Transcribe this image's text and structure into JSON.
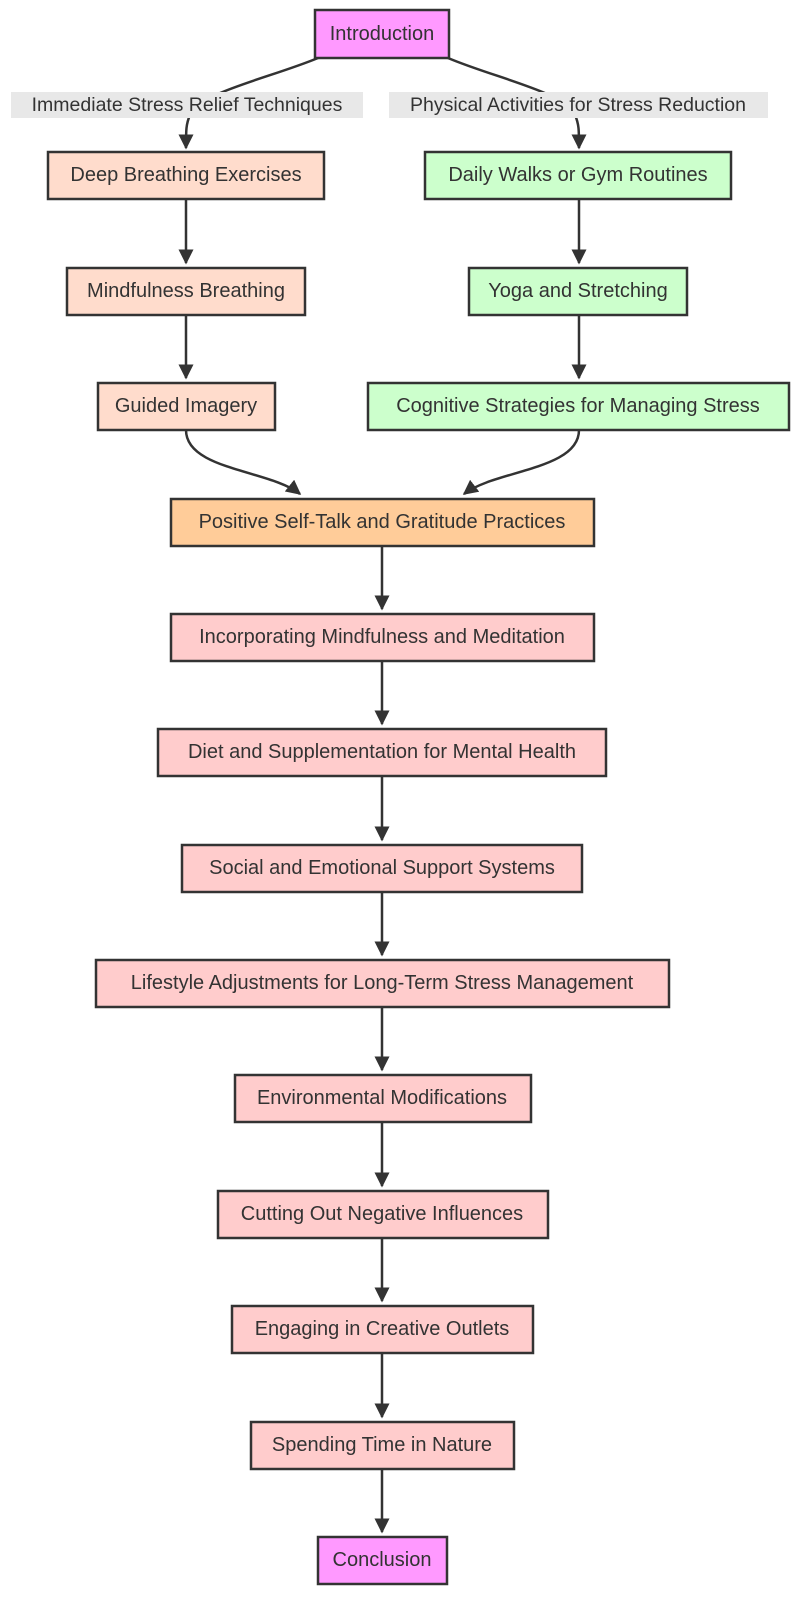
{
  "colors": {
    "terminal": "#ff99ff",
    "immediate": "#ffdccc",
    "physical": "#ccffcc",
    "merge": "#ffcc99",
    "longterm": "#ffcccc",
    "edge": "#333333",
    "edge_label_bg": "#e8e8e8"
  },
  "nodes": {
    "introduction": "Introduction",
    "deep_breathing": "Deep Breathing Exercises",
    "mindfulness_breathing": "Mindfulness Breathing",
    "guided_imagery": "Guided Imagery",
    "daily_walks": "Daily Walks or Gym Routines",
    "yoga": "Yoga and Stretching",
    "cognitive": "Cognitive Strategies for Managing Stress",
    "positive_self_talk": "Positive Self-Talk and Gratitude Practices",
    "mindfulness_meditation": "Incorporating Mindfulness and Meditation",
    "diet": "Diet and Supplementation for Mental Health",
    "social_support": "Social and Emotional Support Systems",
    "lifestyle": "Lifestyle Adjustments for Long-Term Stress Management",
    "environmental": "Environmental Modifications",
    "negative_influences": "Cutting Out Negative Influences",
    "creative_outlets": "Engaging in Creative Outlets",
    "nature": "Spending Time in Nature",
    "conclusion": "Conclusion"
  },
  "edge_labels": {
    "immediate": "Immediate Stress Relief Techniques",
    "physical": "Physical Activities for Stress Reduction"
  }
}
